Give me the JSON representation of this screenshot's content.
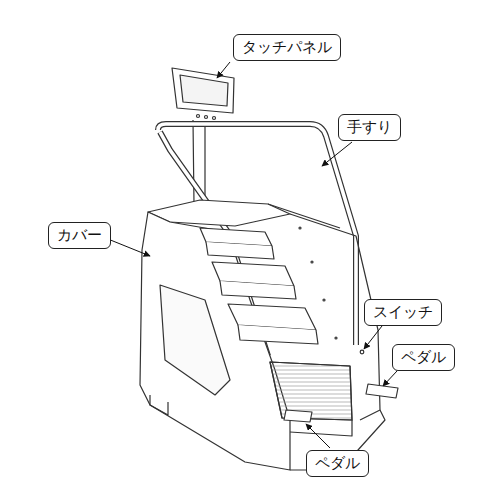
{
  "diagram": {
    "nodes": [
      {
        "text": [
          "タッチパネル"
        ]
      },
      {
        "text": [
          "手すり"
        ]
      },
      {
        "text": [
          "カバー"
        ]
      },
      {
        "text": [
          "スイッチ"
        ]
      },
      {
        "text": [
          "ペダル"
        ]
      },
      {
        "text": [
          "ペダル"
        ]
      }
    ]
  }
}
